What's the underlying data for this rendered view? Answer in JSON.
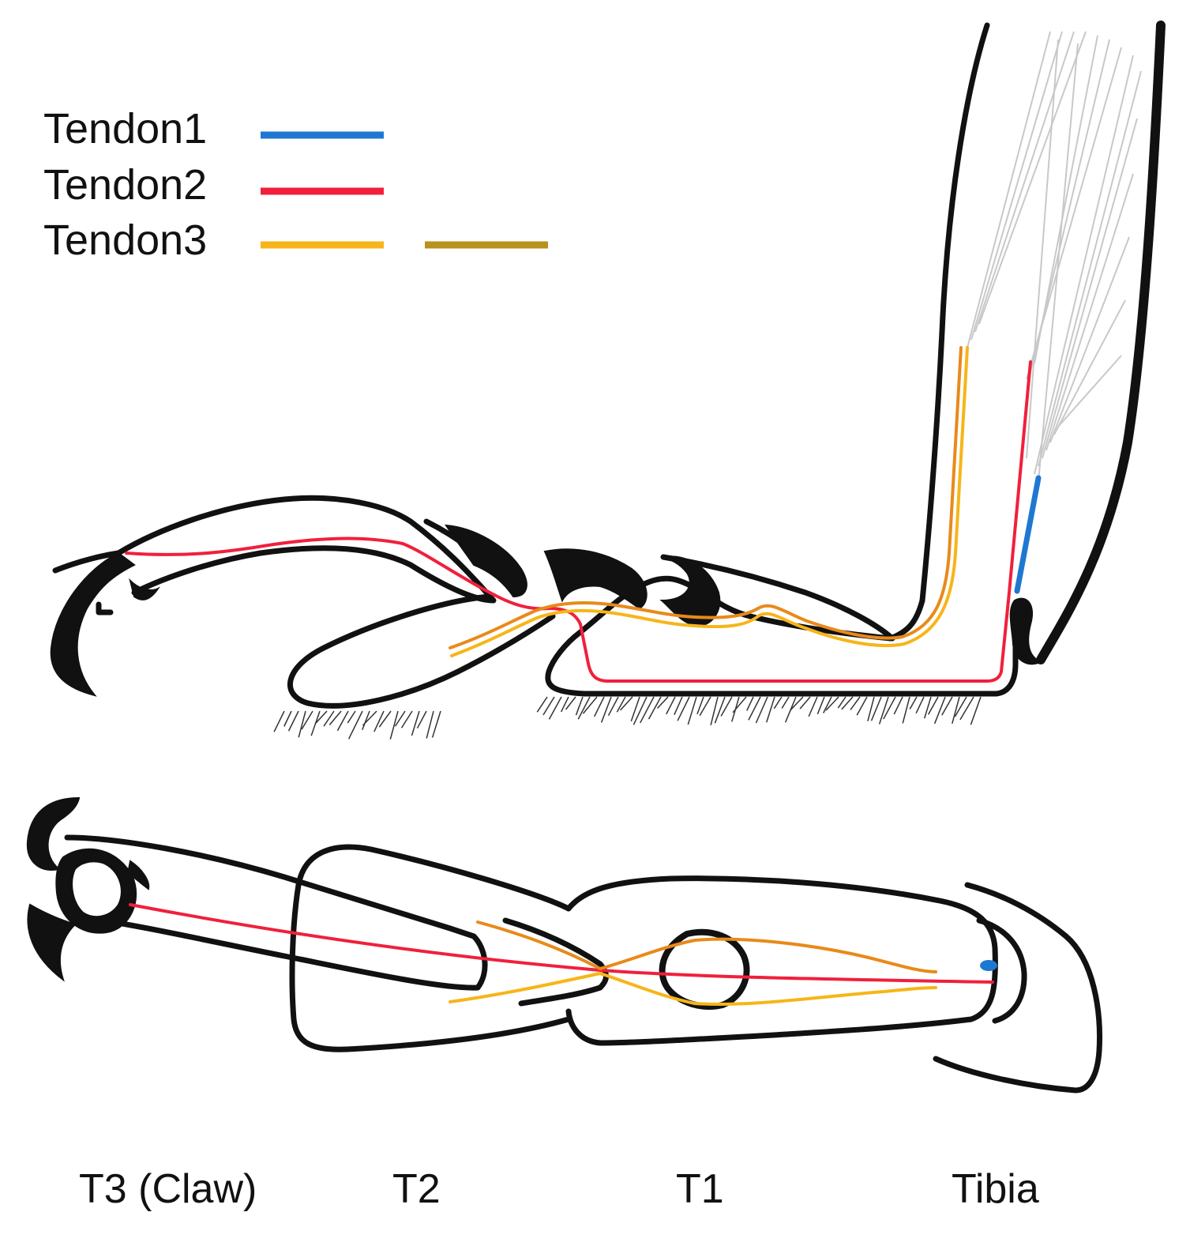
{
  "legend": {
    "items": [
      {
        "label": "Tendon1",
        "colors": [
          "#1e78d2"
        ]
      },
      {
        "label": "Tendon2",
        "colors": [
          "#f0203c"
        ]
      },
      {
        "label": "Tendon3",
        "colors": [
          "#f7b519",
          "#b8921a"
        ]
      }
    ]
  },
  "segments": {
    "claw": "T3 (Claw)",
    "t2": "T2",
    "t1": "T1",
    "tibia": "Tibia"
  },
  "colors": {
    "tendon1": "#1e78d2",
    "tendon2": "#f0203c",
    "tendon3_light": "#f7b519",
    "tendon3_dark": "#e88a1a",
    "tendon3_alt": "#b8921a",
    "outline": "#111111",
    "muscle": "#c8c8c8"
  }
}
